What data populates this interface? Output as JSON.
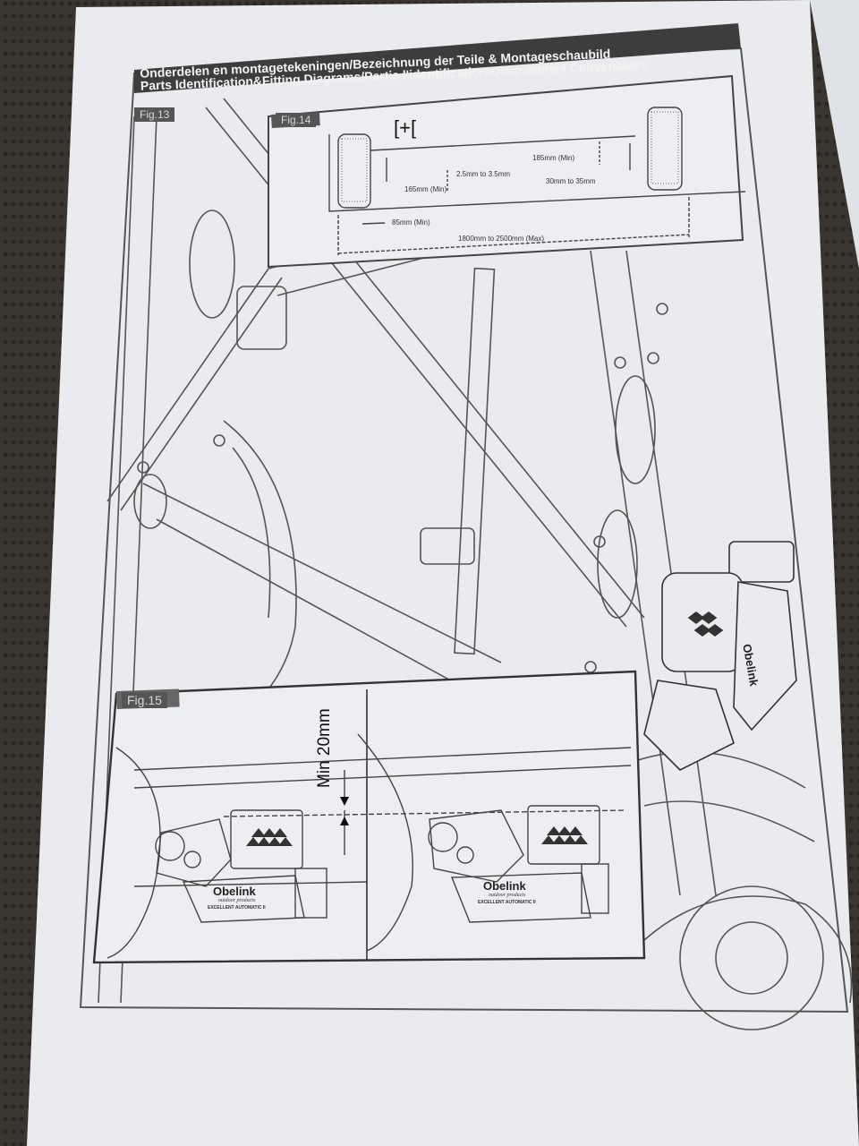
{
  "header": {
    "line1": "Onderdelen en montagetekeningen/Bezeichnung der Teile & Montageschaubild",
    "line2": "Parts Identification&Fitting Diagrams/Partie l'identification-Diagrammes Convenables"
  },
  "figures": {
    "fig13": {
      "label": "Fig.13"
    },
    "fig14": {
      "label": "Fig.14",
      "symbol": "[+[",
      "dims": {
        "gap": "2.5mm to 3.5mm",
        "height_right": "185mm (Min)",
        "height_left": "165mm (Min)",
        "offset_right": "30mm to 35mm",
        "offset_left": "85mm (Min)",
        "span": "1800mm to 2500mm (Max)"
      }
    },
    "fig15": {
      "label": "Fig.15",
      "clearance": "Min 20mm"
    }
  },
  "product": {
    "brand": "Obelink",
    "tagline": "outdoor products",
    "model": "EXCELLENT AUTOMATIC II"
  }
}
